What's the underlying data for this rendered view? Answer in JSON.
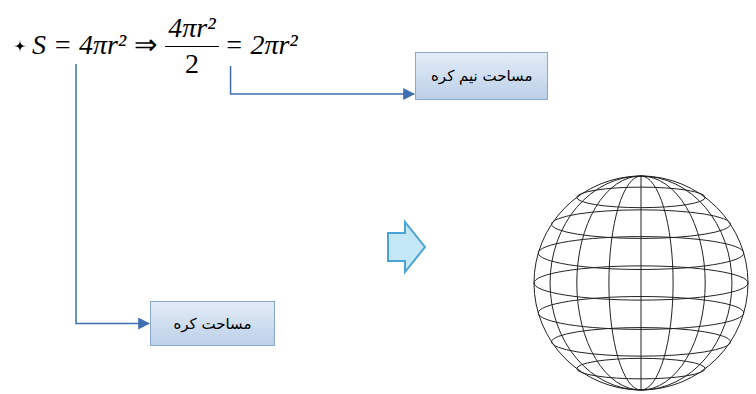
{
  "diagram": {
    "nodes": [
      {
        "text": [
          "مساحت نیم کره"
        ]
      },
      {
        "text": [
          "مساحت کره"
        ]
      }
    ],
    "labels": [
      "S = 4πr²",
      "⇒",
      "4πr²",
      "2",
      "= 2πr²"
    ]
  }
}
